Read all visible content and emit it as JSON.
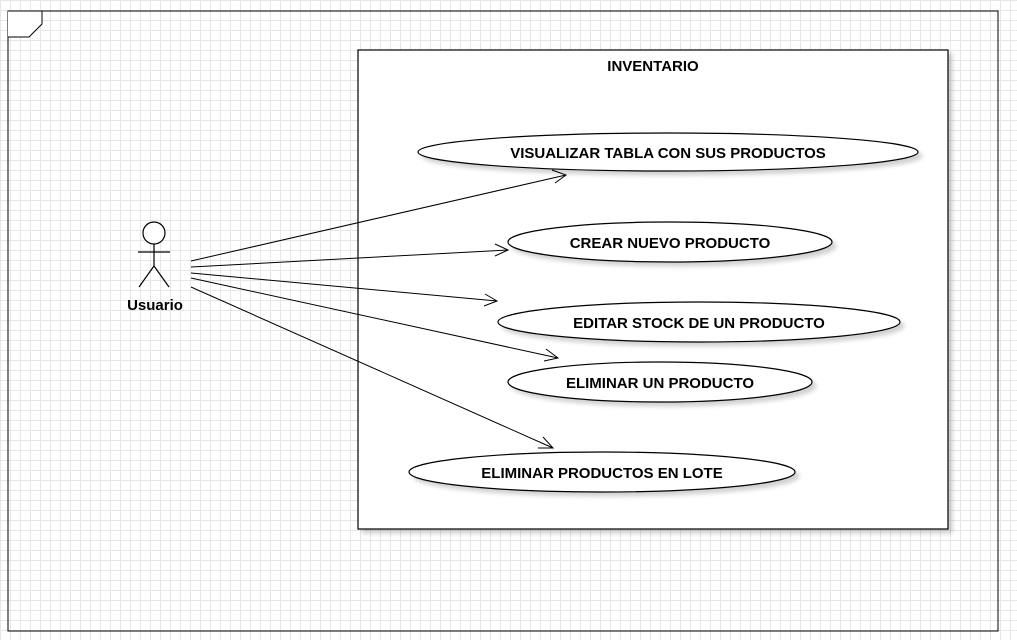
{
  "diagram": {
    "system": {
      "title": "INVENTARIO"
    },
    "actor": {
      "label": "Usuario"
    },
    "use_cases": [
      {
        "id": "uc1",
        "label": "VISUALIZAR TABLA CON SUS PRODUCTOS"
      },
      {
        "id": "uc2",
        "label": "CREAR NUEVO PRODUCTO"
      },
      {
        "id": "uc3",
        "label": "EDITAR STOCK DE UN PRODUCTO"
      },
      {
        "id": "uc4",
        "label": "ELIMINAR UN PRODUCTO"
      },
      {
        "id": "uc5",
        "label": "ELIMINAR PRODUCTOS EN LOTE"
      }
    ]
  }
}
